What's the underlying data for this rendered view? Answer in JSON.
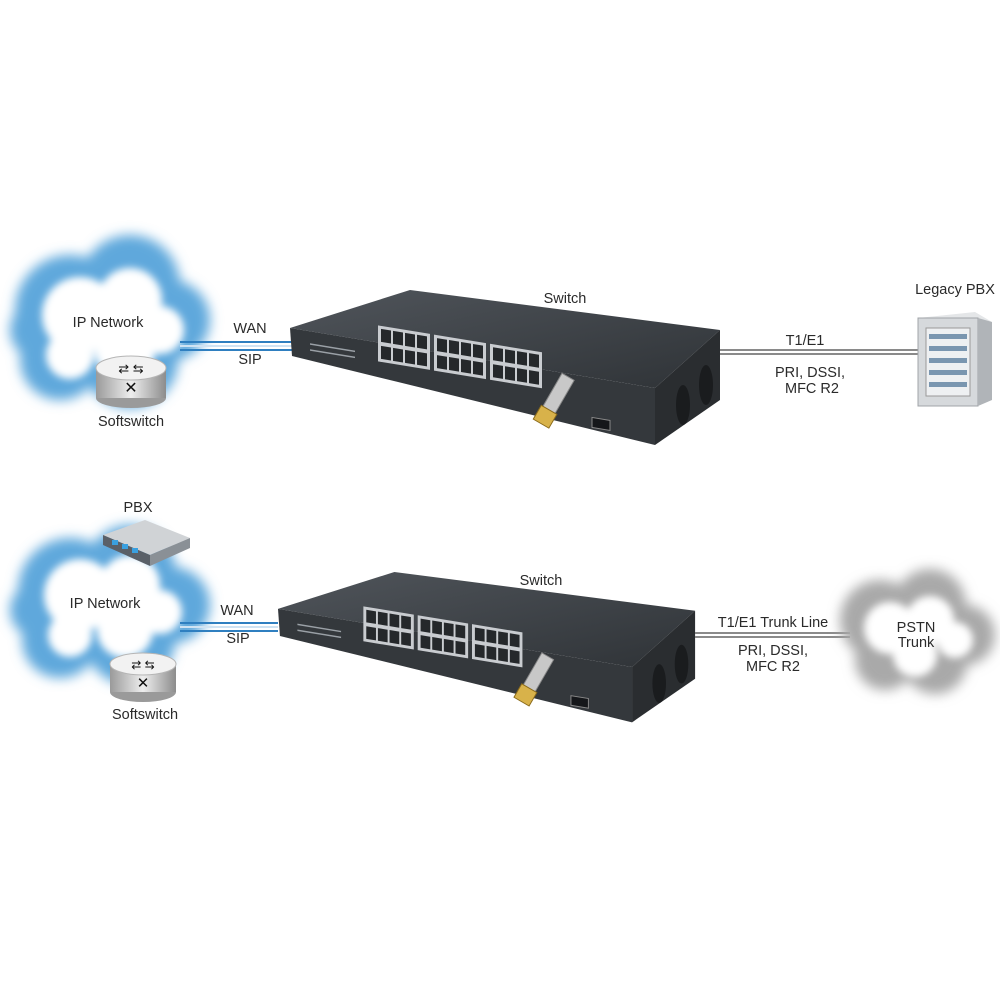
{
  "colors": {
    "ip_cloud": "#5fa8dc",
    "pstn_cloud": "#a9a9a9",
    "wan_line": "#2f7fc0",
    "trunk_line": "#8a8a8a",
    "switch_body": "#3b3f44"
  },
  "top": {
    "cloud_label": "IP Network",
    "softswitch_label": "Softswitch",
    "wan_label": "WAN",
    "sip_label": "SIP",
    "switch_label": "Switch",
    "link_label": "T1/E1",
    "protocols_line1": "PRI, DSSI,",
    "protocols_line2": "MFC R2",
    "endpoint_label": "Legacy PBX"
  },
  "bottom": {
    "pbx_label": "PBX",
    "cloud_label": "IP Network",
    "softswitch_label": "Softswitch",
    "wan_label": "WAN",
    "sip_label": "SIP",
    "switch_label": "Switch",
    "link_label": "T1/E1 Trunk Line",
    "protocols_line1": "PRI, DSSI,",
    "protocols_line2": "MFC R2",
    "pstn_line1": "PSTN",
    "pstn_line2": "Trunk"
  }
}
